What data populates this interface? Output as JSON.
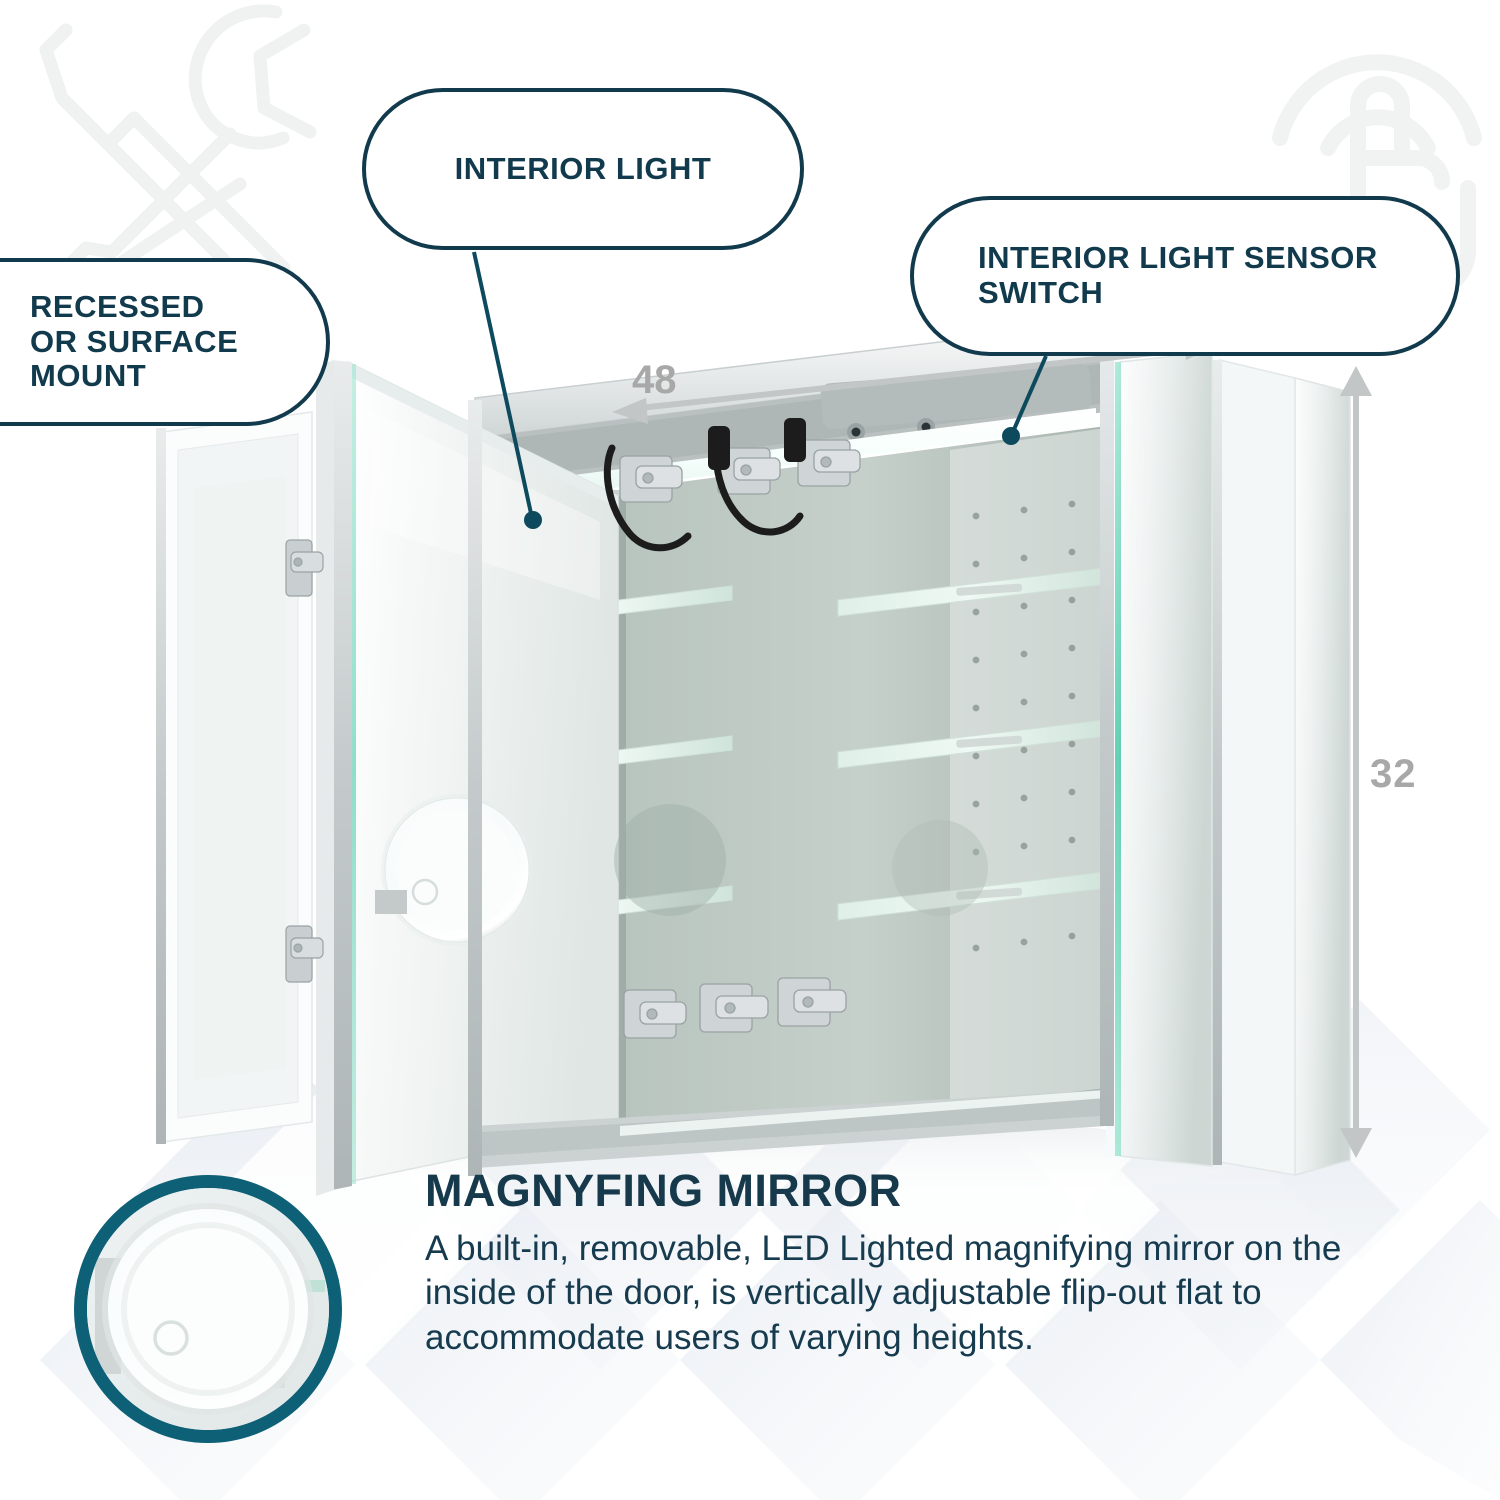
{
  "page": {
    "background_color": "#ffffff",
    "accent_navy": "#123a4d",
    "accent_teal": "#0e6077",
    "dimension_gray": "#a8a8a8"
  },
  "callouts": [
    {
      "id": "recessed-or-surface-mount",
      "label": "RECESSED\nOR SURFACE\nMOUNT",
      "line1": "RECESSED",
      "line2": "OR SURFACE",
      "line3": "MOUNT"
    },
    {
      "id": "interior-light",
      "label": "INTERIOR LIGHT"
    },
    {
      "id": "interior-light-sensor-switch",
      "label": "INTERIOR LIGHT SENSOR SWITCH",
      "line1": "INTERIOR LIGHT SENSOR",
      "line2": "SWITCH"
    }
  ],
  "dimensions": {
    "width_label": "48",
    "height_label": "32"
  },
  "feature": {
    "title": "MAGNYFING MIRROR",
    "body": "A built-in, removable, LED Lighted magnifying mirror on the inside of the door, is vertically adjustable flip-out flat to accommodate users of varying heights."
  },
  "icons": {
    "tools_watermark": "wrench-screwdriver-icon",
    "touch_watermark": "touch-sensor-icon",
    "magnifier_inset": "magnifying-mirror-icon",
    "width_arrow": "arrow-left-icon",
    "height_arrow": "arrow-up-down-icon"
  }
}
